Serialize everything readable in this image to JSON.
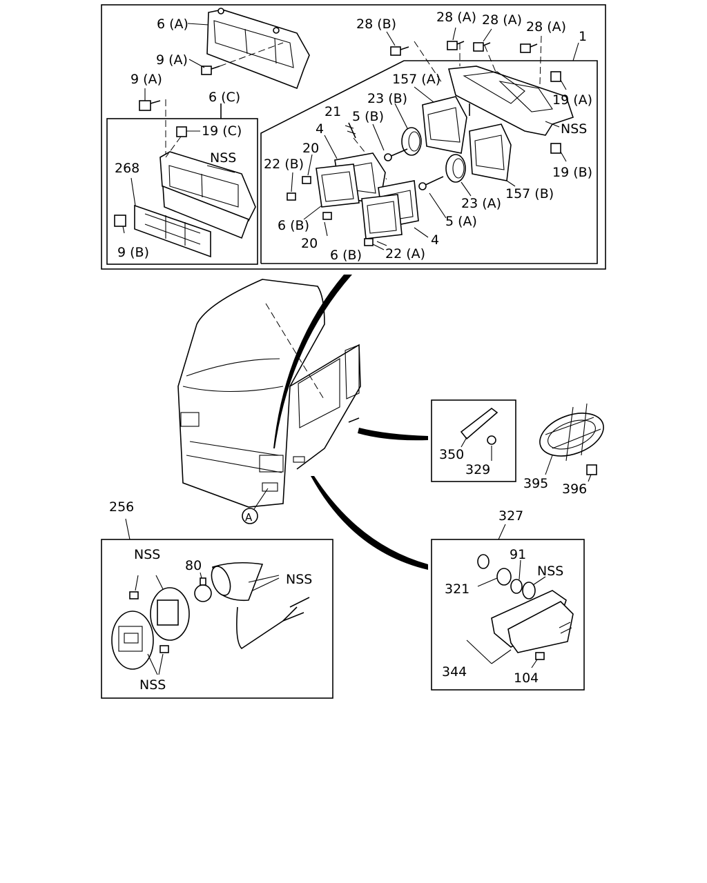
{
  "labels": {
    "l6a": "6 (A)",
    "l9a_top": "9 (A)",
    "l9a_left": "9 (A)",
    "l6c": "6 (C)",
    "l19c": "19 (C)",
    "l268": "268",
    "lnss_grille": "NSS",
    "l9b": "9 (B)",
    "l28b": "28 (B)",
    "l28a_1": "28 (A)",
    "l28a_2": "28 (A)",
    "l28a_3": "28 (A)",
    "l1": "1",
    "l157a": "157 (A)",
    "l19a": "19 (A)",
    "lnss_bracket": "NSS",
    "l19b": "19 (B)",
    "l157b": "157 (B)",
    "l23b": "23 (B)",
    "l21": "21",
    "l5b": "5 (B)",
    "l4_top": "4",
    "l20_top": "20",
    "l22b": "22 (B)",
    "l6b_left": "6 (B)",
    "l20_bot": "20",
    "l23a": "23 (A)",
    "l5a": "5 (A)",
    "l4_bot": "4",
    "l6b_bot": "6 (B)",
    "l22a": "22 (A)",
    "l350": "350",
    "l329": "329",
    "l395": "395",
    "l396": "396",
    "lA": "A",
    "l256": "256",
    "lnss_lamp1": "NSS",
    "l80": "80",
    "lnss_lamp2": "NSS",
    "lnss_lamp3": "NSS",
    "l327": "327",
    "l91": "91",
    "lnss_marker": "NSS",
    "l321": "321",
    "l344": "344",
    "l104": "104"
  }
}
